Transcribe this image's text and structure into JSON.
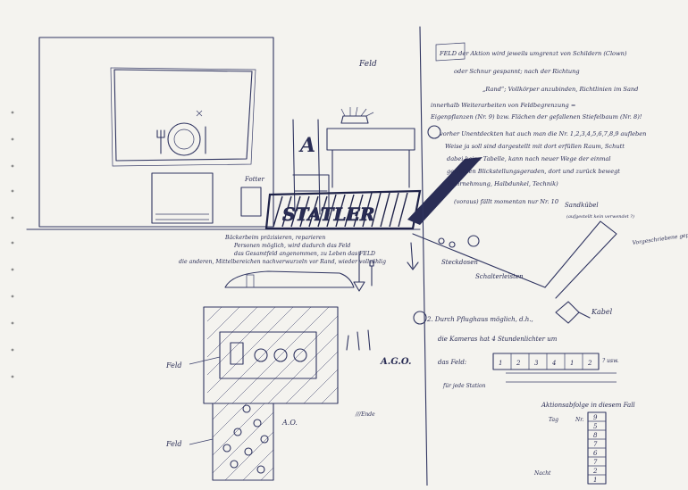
{
  "labels": {
    "feld_top": "Feld",
    "feld_mid": "Feld",
    "feld_bottom": "Feld",
    "fotter": "Fotter",
    "statler": "STATLER",
    "steckdosen": "Steckdosen",
    "schalterleisten": "Schalterleisten",
    "sandkuebel": "Sandkübel",
    "sandkuebel_note": "(aufgestellt kein verwendet ?)",
    "vorgeschriebene": "Vorgeschriebene gepresst",
    "kabel": "Kabel",
    "ago_mid": "A.G.O.",
    "ago_low": "A.O.",
    "ende": "///Ende",
    "letter_a": "A"
  },
  "left_notes": [
    "Bäckerbeim präzisieren, reparieren",
    "Personen möglich, wird dadurch das Feld",
    "das Gesamtfeld angenommen, zu Leben das FELD",
    "die anderen, Mittelbereichen nachverwurzeln vor Rand, wieder vollzählig"
  ],
  "right_notes": [
    "FELD der Aktion wird jeweils umgrenzt von Schildern (Clown)",
    "oder Schnur gespannt; nach der Richtung",
    "„Rand“; Vollkörper anzubinden, Richtlinien im Sand",
    "innerhalb Weiterarbeiten von Feldbegrenzung =",
    "Eigenpflanzen (Nr. 9) bzw. Flächen der gefallenen Stiefelbaum (Nr. 8)!",
    "vorher Unentdeckten hat auch man die Nr. 1,2,3,4,5,6,7,8,9 aufleben",
    "Weise ja soll sind dargestellt mit dort erfüllen Raum, Schutt",
    "dabei keine Tabelle, kann nach neuer Wege der einmal",
    "gewollten Blickstellungsgeraden, dort und zurück bewegt",
    "Wahrnehmung, Halbdunkel, Technik)",
    "(voraus) fällt momentan nur Nr. 10"
  ],
  "bottom_notes": [
    "2. Durch Pflughaus möglich, d.h.,",
    "die Kameras hat 4 Stundenlichter um",
    "das Feld:"
  ],
  "schedule_row": [
    "1",
    "2",
    "3",
    "4",
    "1",
    "2"
  ],
  "schedule_suffix": "? usw.",
  "schedule_note": "für jede Station",
  "table": {
    "title": "Aktionsabfolge in diesem Fall",
    "col_tag": "Tag",
    "col_nr": "Nr.",
    "row_label_night": "Nacht",
    "values": [
      "9",
      "5",
      "8",
      "7",
      "6",
      "7",
      "2",
      "1"
    ]
  }
}
